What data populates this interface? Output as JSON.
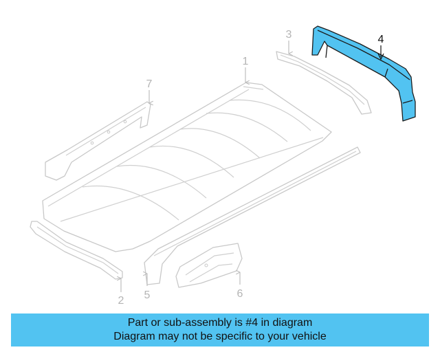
{
  "colors": {
    "highlight": "#52c3f1",
    "banner": "#52c3f1",
    "ghost_stroke": "#c8c8c8"
  },
  "callouts": {
    "part_1": "1",
    "part_2": "2",
    "part_3": "3",
    "part_4": "4",
    "part_5": "5",
    "part_6": "6",
    "part_7": "7"
  },
  "highlighted_part": "4",
  "banner": {
    "line1": "Part or sub-assembly is #4 in diagram",
    "line2": "Diagram may not be specific to your vehicle"
  }
}
